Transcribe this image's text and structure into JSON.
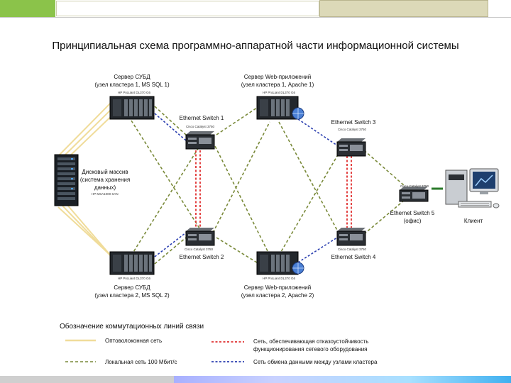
{
  "title": "Принципиальная схема программно-аппаратной части информационной системы",
  "nodes": {
    "db_server_1": {
      "line1": "Сервер СУБД",
      "line2": "(узел кластера 1, MS SQL 1)",
      "model": "HP ProLiant DL370 G6"
    },
    "db_server_2": {
      "line1": "Сервер СУБД",
      "line2": "(узел кластера 2, MS SQL 2)",
      "model": "HP ProLiant DL370 G6"
    },
    "web_server_1": {
      "line1": "Сервер Web-приложений",
      "line2": "(узел кластера 1, Apache 1)",
      "model": "HP ProLiant DL370 G6"
    },
    "web_server_2": {
      "line1": "Сервер Web-приложений",
      "line2": "(узел кластера 2, Apache 2)",
      "model": "HP ProLiant DL370 G6"
    },
    "storage": {
      "line1": "Дисковый массив",
      "line2": "(система хранения",
      "line3": "данных)",
      "model": "HP MSA1000 SAN"
    },
    "switch_1": {
      "label": "Ethernet Switch 1",
      "model": "Cisco Catalyst 3750"
    },
    "switch_2": {
      "label": "Ethernet Switch 2",
      "model": "Cisco Catalyst 3750"
    },
    "switch_3": {
      "label": "Ethernet Switch 3",
      "model": "Cisco Catalyst 3750"
    },
    "switch_4": {
      "label": "Ethernet Switch 4",
      "model": "Cisco Catalyst 3750"
    },
    "switch_5": {
      "label": "Ethernet Switch 5",
      "sublabel": "(офис)",
      "model": "Cisco Catalyst 3750"
    },
    "client": {
      "label": "Клиент"
    }
  },
  "legend": {
    "title": "Обозначение коммутационных линий связи",
    "fiber": "Оптоволоконная сеть",
    "lan": "Локальная сеть 100 Мбит/с",
    "fault_tolerance_line1": "Сеть, обеспечивающая отказоустойчивость",
    "fault_tolerance_line2": "функционирования сетевого оборудования",
    "cluster_exchange": "Сеть обмена данными между узлами кластера"
  },
  "colors": {
    "fiber": "#f0dc9a",
    "lan": "#7a8a3a",
    "fault_tolerance": "#e03030",
    "cluster_exchange": "#2b3fb0",
    "header_green": "#8bc34a",
    "header_tan": "#dcd9b8"
  }
}
